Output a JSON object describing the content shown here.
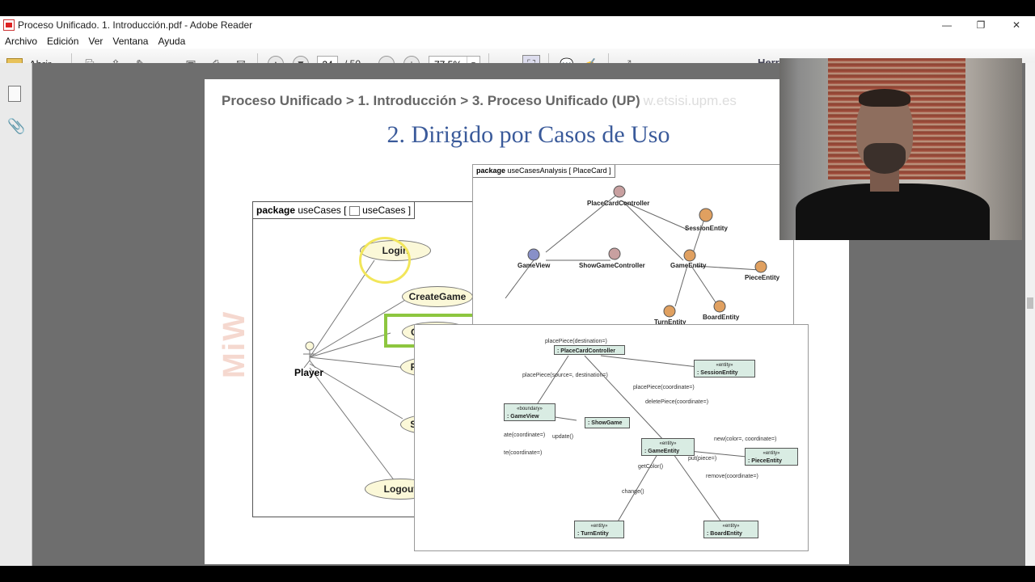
{
  "window": {
    "title": "Proceso Unificado. 1. Introducción.pdf - Adobe Reader",
    "minimize": "—",
    "restore": "❐",
    "close": "✕"
  },
  "menu": [
    "Archivo",
    "Edición",
    "Ver",
    "Ventana",
    "Ayuda"
  ],
  "toolbar": {
    "open_label": "Abrir",
    "page_current": "24",
    "page_total": "/ 50",
    "zoom": "77,5%",
    "tools_label": "Herr"
  },
  "slide": {
    "breadcrumb": "Proceso Unificado > 1. Introducción > 3. Proceso Unificado (UP)",
    "watermark": "w.etsisi.upm.es",
    "title": "2. Dirigido por Casos de Uso",
    "side_logo": "MiW"
  },
  "use_case_diagram": {
    "tab_keyword": "package",
    "tab_name": "useCases [",
    "tab_diagram": "useCases ]",
    "actor": "Player",
    "use_cases": [
      "Login",
      "CreateGame",
      "OpenGame",
      "PlacePiece",
      "SaveGame",
      "Logout"
    ]
  },
  "analysis_diagram": {
    "tab_keyword": "package",
    "tab_name": "useCasesAnalysis [",
    "tab_diagram": "PlaceCard ]",
    "nodes": [
      "PlaceCardController",
      "SessionEntity",
      "GameView",
      "ShowGameController",
      "GameEntity",
      "PieceEntity",
      "TurnEntity",
      "BoardEntity"
    ]
  },
  "collaboration_diagram": {
    "boxes": [
      {
        "stereotype": "«entity»",
        "name": ": SessionEntity"
      },
      {
        "stereotype": "«boundary»",
        "name": ": GameView"
      },
      {
        "stereotype": "",
        "name": ": ShowGame"
      },
      {
        "stereotype": "«entity»",
        "name": ": GameEntity"
      },
      {
        "stereotype": "«entity»",
        "name": ": PieceEntity"
      },
      {
        "stereotype": "«entity»",
        "name": ": TurnEntity"
      },
      {
        "stereotype": "«entity»",
        "name": ": BoardEntity"
      },
      {
        "stereotype": "",
        "name": ": PlaceCardController"
      }
    ],
    "messages": [
      "placePiece(destination=)",
      "placePiece(source=, destination=)",
      "placePiece(coordinate=)",
      "deletePiece(coordinate=)",
      "new(color=, coordinate=)",
      "put(piece=)",
      "remove(coordinate=)",
      "getColor()",
      "change()",
      "update()",
      "ate(coordinate=)",
      "te(coordinate=)"
    ]
  },
  "colors": {
    "title_blue": "#3a5a9a",
    "highlight_green": "#8dc63f",
    "cursor_yellow": "#f2e65a",
    "usecase_fill": "#fbf8d8"
  }
}
